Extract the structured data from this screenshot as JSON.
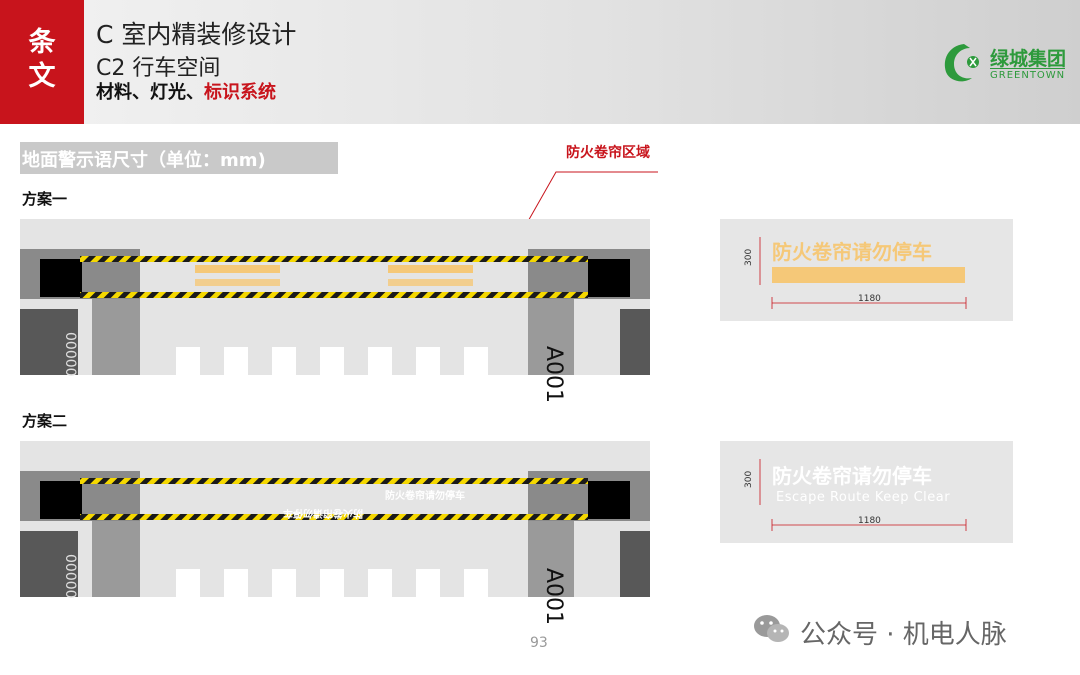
{
  "header": {
    "tag_top": "条",
    "tag_bottom": "文",
    "title": "C 室内精装修设计",
    "subtitle": "C2 行车空间",
    "breadcrumb_prefix": "材料、灯光、",
    "breadcrumb_highlight": "标识系统",
    "logo_name": "绿城集团",
    "logo_en": "GREENTOWN"
  },
  "section": {
    "title": "地面警示语尺寸（单位：mm)",
    "callout": "防火卷帘区域"
  },
  "plan1": {
    "label": "方案一",
    "space_code": "A001",
    "side_code": "00000",
    "spec_text": "防火卷帘请勿停车",
    "spec_height": "300",
    "spec_width": "1180"
  },
  "plan2": {
    "label": "方案二",
    "space_code": "A001",
    "side_code": "00000",
    "floor_text": "防火卷帘请勿停车",
    "floor_text_en": "Escape Route Keep Clear",
    "spec_text": "防火卷帘请勿停车",
    "spec_text_en": "Escape Route Keep Clear",
    "spec_height": "300",
    "spec_width": "1180"
  },
  "footer": {
    "page_number": "93",
    "watermark": "公众号 · 机电人脉"
  },
  "colors": {
    "accent_red": "#c8141c",
    "brand_green": "#2d9a3c",
    "hazard_yellow": "#f5d800",
    "label_orange": "#f5c878"
  }
}
